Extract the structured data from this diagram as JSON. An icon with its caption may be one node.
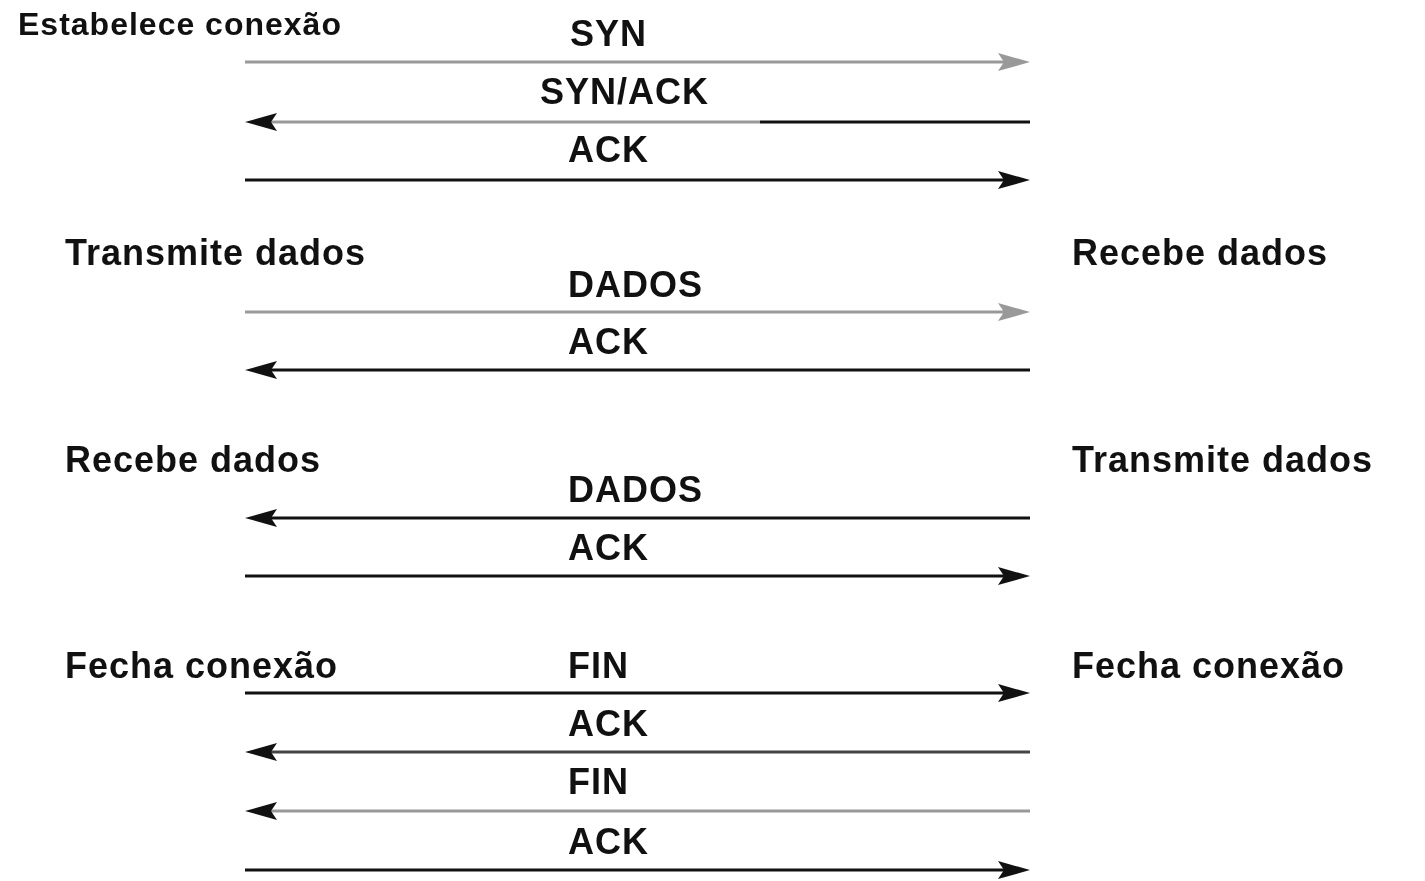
{
  "diagram": {
    "labels": [
      "Estabelece conexão",
      "SYN",
      "SYN/ACK",
      "ACK",
      "Transmite dados",
      "Recebe dados",
      "DADOS",
      "ACK",
      "Recebe dados",
      "Transmite dados",
      "DADOS",
      "ACK",
      "Fecha conexão",
      "FIN",
      "Fecha conexão",
      "ACK",
      "FIN",
      "ACK"
    ]
  }
}
